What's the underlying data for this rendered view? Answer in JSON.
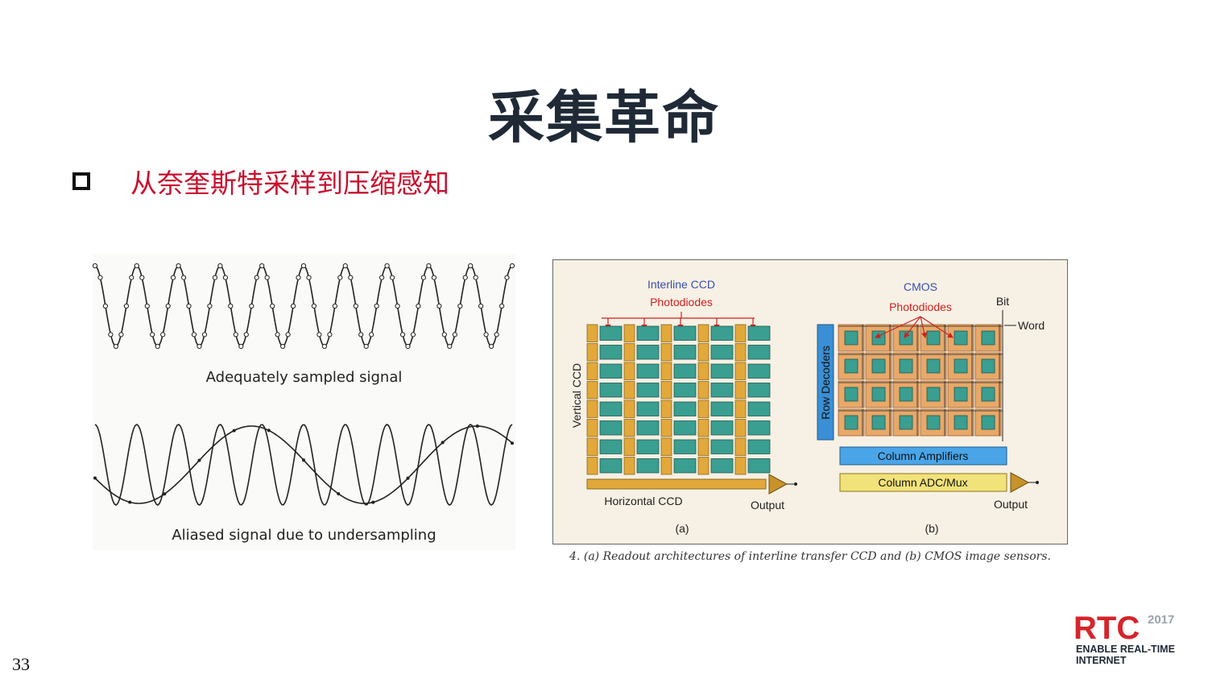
{
  "title": "采集革命",
  "bullet": {
    "text": "从奈奎斯特采样到压缩感知"
  },
  "left_figure": {
    "caption_top": "Adequately sampled signal",
    "caption_bottom": "Aliased signal due to undersampling"
  },
  "right_figure": {
    "a": {
      "header": "Interline CCD",
      "photodiodes": "Photodiodes",
      "vertical": "Vertical CCD",
      "horizontal": "Horizontal CCD",
      "output": "Output",
      "label": "(a)"
    },
    "b": {
      "header": "CMOS",
      "photodiodes": "Photodiodes",
      "bit": "Bit",
      "word": "Word",
      "row_decoders": "Row Decoders",
      "column_amplifiers": "Column Amplifiers",
      "column_adc": "Column ADC/Mux",
      "output": "Output",
      "label": "(b)"
    },
    "caption": "4. (a) Readout architectures of interline transfer CCD and (b) CMOS image sensors."
  },
  "page_number": "33",
  "logo": {
    "mark": "RTC",
    "year": "2017",
    "tagline_line1": "ENABLE REAL-TIME",
    "tagline_line2": "INTERNET"
  },
  "colors": {
    "title": "#1f2a36",
    "bullet_text": "#c8102e",
    "photodiode": "#3a9e90",
    "ccd_column": "#e2a83a",
    "row_decoder": "#3b8fd4",
    "column_amp": "#4aa5e8",
    "column_adc": "#f2e27a",
    "logo_red": "#d6242a"
  }
}
